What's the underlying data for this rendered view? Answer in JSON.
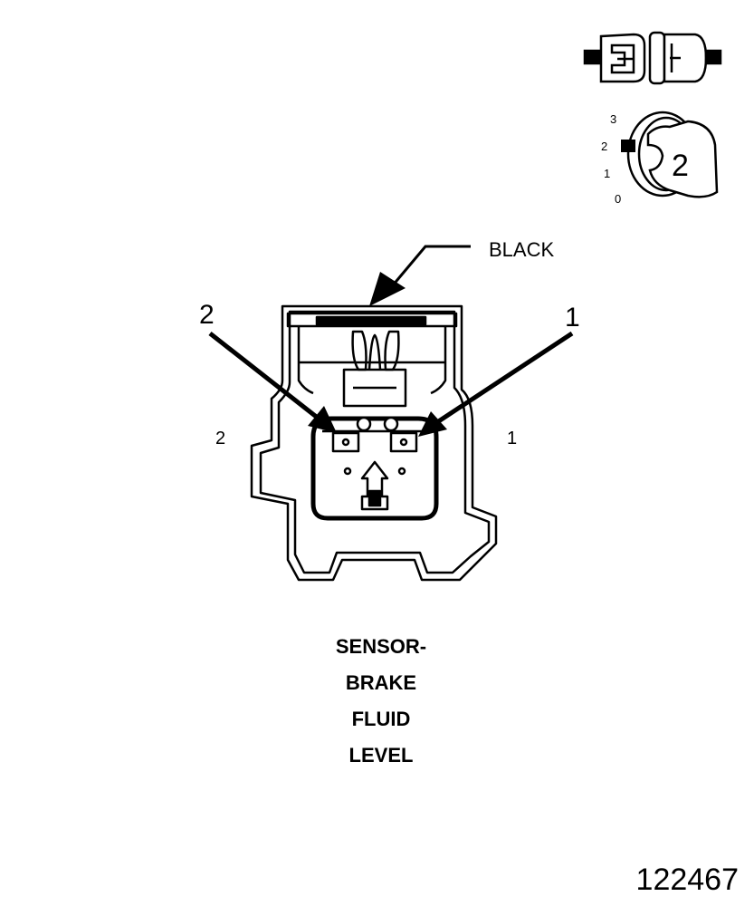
{
  "connector": {
    "color_label": "BLACK",
    "callout_pin_2": "2",
    "callout_pin_1": "1",
    "side_label_2": "2",
    "side_label_1": "1"
  },
  "index_icon": {
    "scale": [
      "3",
      "2",
      "1",
      "0"
    ],
    "position_value": "2"
  },
  "title": {
    "lines": [
      "SENSOR-",
      "BRAKE",
      "FLUID",
      "LEVEL"
    ]
  },
  "figure_number": "122467",
  "colors": {
    "ink": "#000000",
    "background": "#ffffff"
  }
}
